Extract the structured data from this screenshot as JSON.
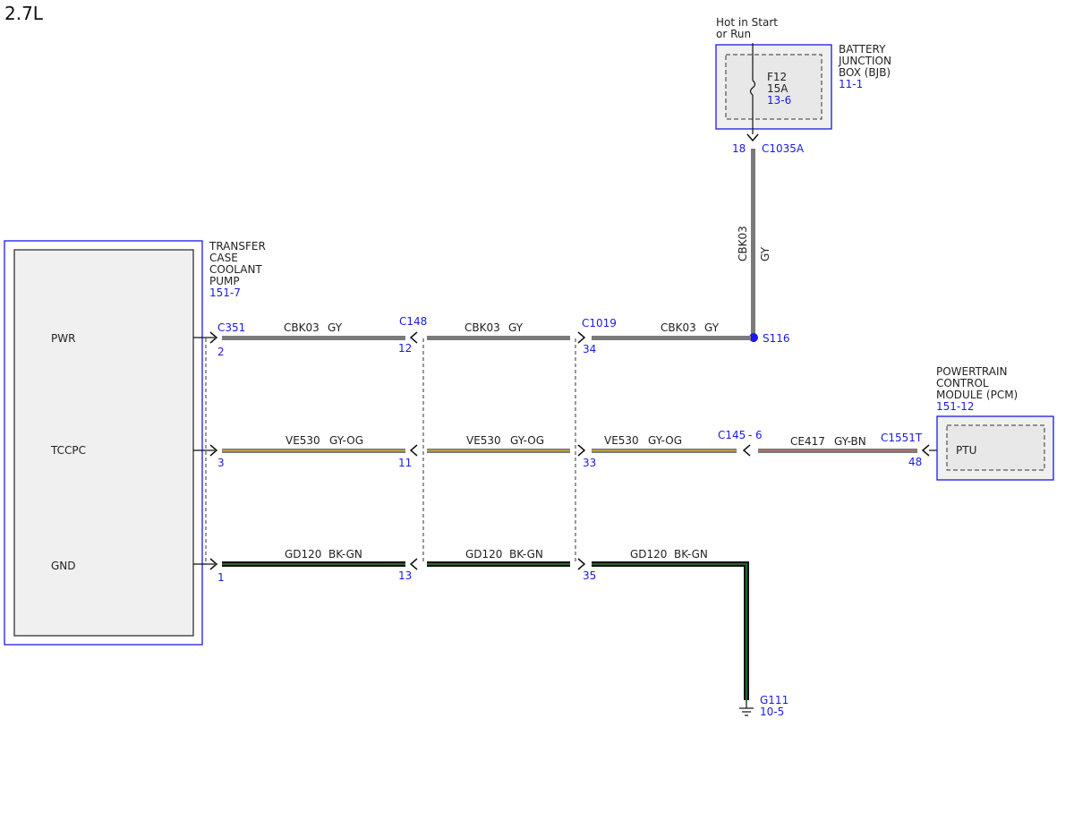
{
  "engine": "2.7L",
  "bjb": {
    "supply_line1": "Hot in Start",
    "supply_line2": "or Run",
    "name_lines": [
      "BATTERY",
      "JUNCTION",
      "BOX (BJB)"
    ],
    "ref": "11-1",
    "fuse_id": "F12",
    "fuse_rating": "15A",
    "fuse_ref": "13-6",
    "pin": "18",
    "connector": "C1035A"
  },
  "riser_wire": {
    "circuit": "CBK03",
    "color": "GY"
  },
  "splice": "S116",
  "pump": {
    "name_lines": [
      "TRANSFER",
      "CASE",
      "COOLANT",
      "PUMP"
    ],
    "ref": "151-7",
    "pins": [
      "PWR",
      "TCCPC",
      "GND"
    ]
  },
  "pcm": {
    "name_lines": [
      "POWERTRAIN",
      "CONTROL",
      "MODULE (PCM)"
    ],
    "ref": "151-12",
    "inner_label": "PTU"
  },
  "connectors": {
    "c351": {
      "name": "C351",
      "pins": [
        "2",
        "3",
        "1"
      ]
    },
    "c148": {
      "name": "C148",
      "pins": [
        "12",
        "11",
        "13"
      ]
    },
    "c1019": {
      "name": "C1019",
      "pins": [
        "34",
        "33",
        "35"
      ]
    },
    "c145": {
      "name": "C145",
      "pin": "6"
    },
    "c1551t": {
      "name": "C1551T",
      "pin": "48"
    }
  },
  "wires": {
    "pwr": [
      {
        "circuit": "CBK03",
        "color": "GY"
      },
      {
        "circuit": "CBK03",
        "color": "GY"
      },
      {
        "circuit": "CBK03",
        "color": "GY"
      }
    ],
    "tccpc": [
      {
        "circuit": "VE530",
        "color": "GY-OG"
      },
      {
        "circuit": "VE530",
        "color": "GY-OG"
      },
      {
        "circuit": "VE530",
        "color": "GY-OG"
      },
      {
        "circuit": "CE417",
        "color": "GY-BN"
      }
    ],
    "gnd": [
      {
        "circuit": "GD120",
        "color": "BK-GN"
      },
      {
        "circuit": "GD120",
        "color": "BK-GN"
      },
      {
        "circuit": "GD120",
        "color": "BK-GN"
      }
    ]
  },
  "ground": {
    "name": "G111",
    "ref": "10-5"
  },
  "colors": {
    "reference_blue": "#1a1ae6",
    "gray_wire": "#7a7a7a",
    "orange_trace": "#c8a040",
    "brown_trace": "#b07060",
    "green_trace": "#2e7d32",
    "black_wire": "#111111"
  }
}
